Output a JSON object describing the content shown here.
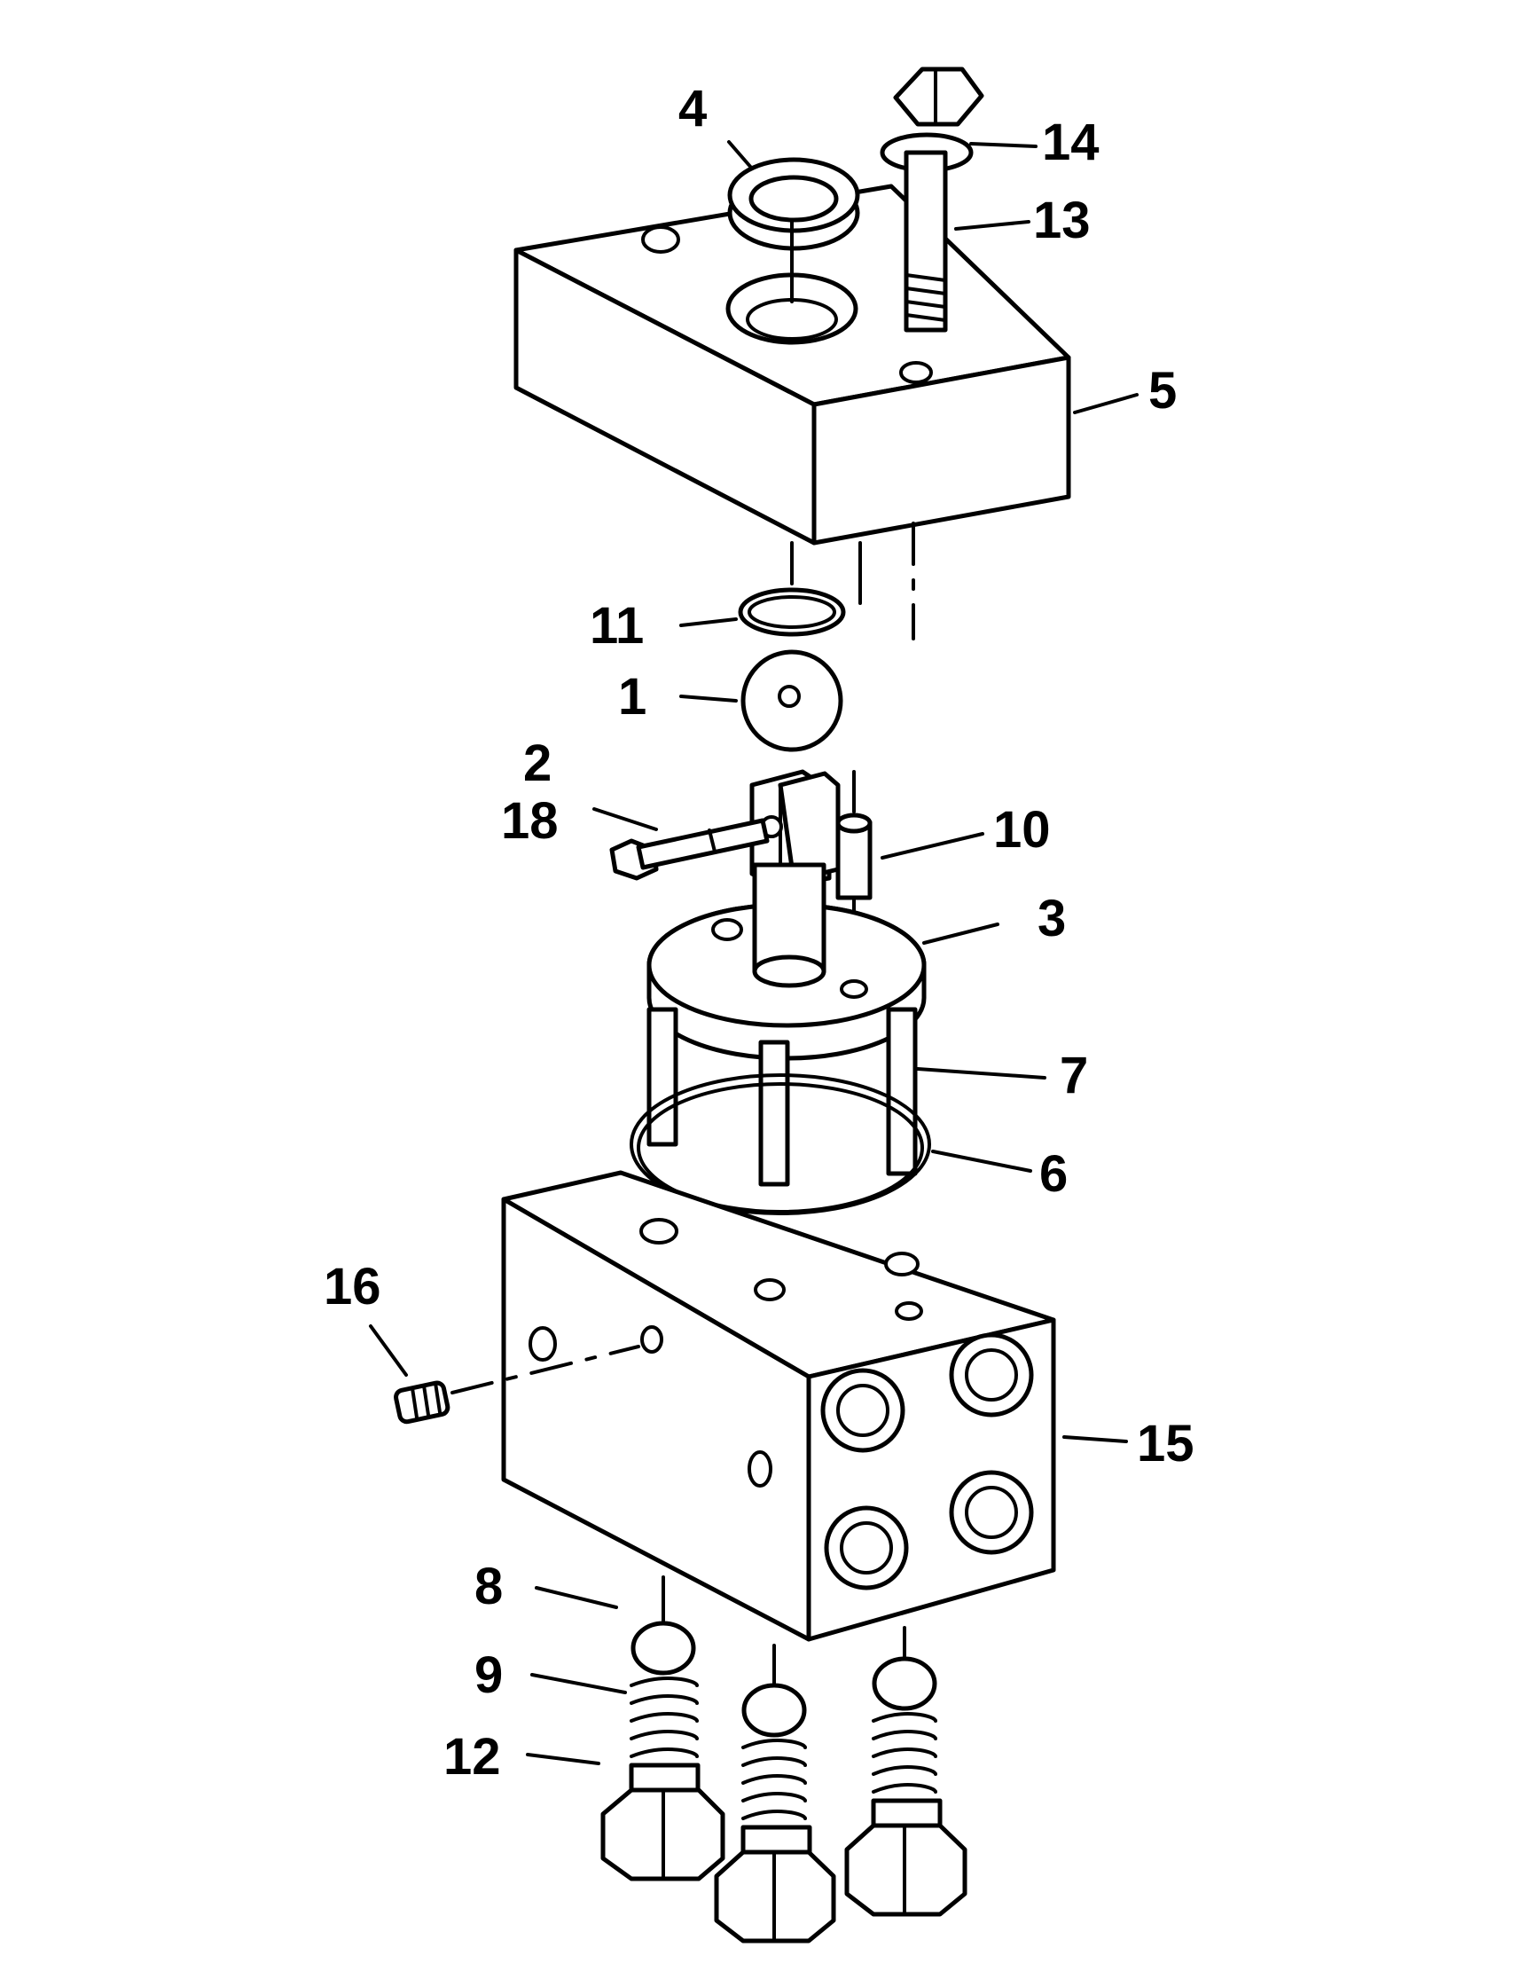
{
  "callouts": {
    "c1": "1",
    "c2": "2",
    "c3": "3",
    "c4": "4",
    "c5": "5",
    "c6": "6",
    "c7": "7",
    "c8": "8",
    "c9": "9",
    "c10": "10",
    "c11": "11",
    "c12": "12",
    "c13": "13",
    "c14": "14",
    "c15": "15",
    "c16": "16",
    "c18": "18"
  }
}
